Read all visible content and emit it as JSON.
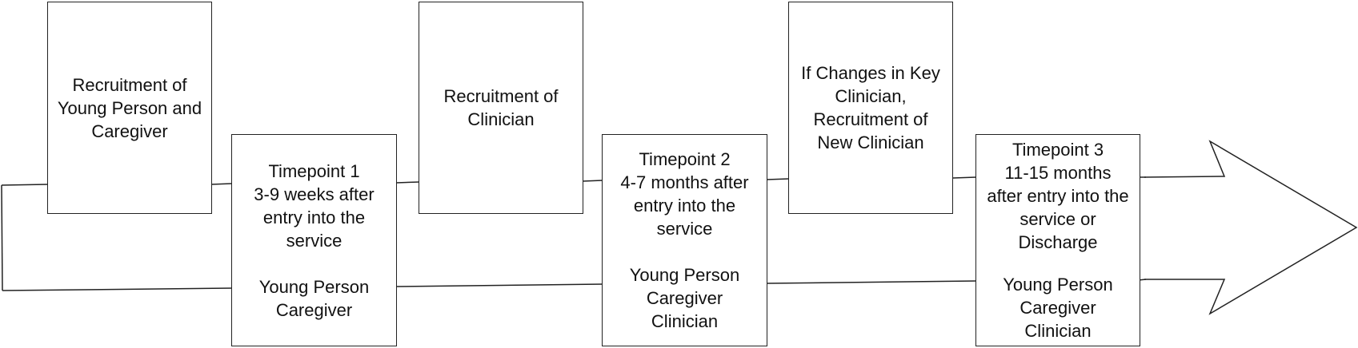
{
  "diagram": {
    "colors": {
      "stroke": "#222222",
      "fill": "#ffffff",
      "text": "#111111"
    },
    "recruitment_young_person": {
      "lines": [
        "Recruitment of",
        "Young Person and",
        "Caregiver"
      ]
    },
    "timepoint_1": {
      "heading_lines": [
        "Timepoint 1",
        "3-9 weeks after",
        "entry into the",
        "service"
      ],
      "participant_lines": [
        "Young Person",
        "Caregiver"
      ]
    },
    "recruitment_clinician": {
      "lines": [
        "Recruitment of",
        "Clinician"
      ]
    },
    "timepoint_2": {
      "heading_lines": [
        "Timepoint 2",
        "4-7 months after",
        "entry into the",
        "service"
      ],
      "participant_lines": [
        "Young Person",
        "Caregiver",
        "Clinician"
      ]
    },
    "recruitment_new_clinician": {
      "lines": [
        "If Changes in Key",
        "Clinician,",
        "Recruitment of",
        "New Clinician"
      ]
    },
    "timepoint_3": {
      "heading_lines": [
        "Timepoint 3",
        "11-15 months",
        "after entry into the",
        "service or",
        "Discharge"
      ],
      "participant_lines": [
        "Young Person",
        "Caregiver",
        "Clinician"
      ]
    }
  }
}
